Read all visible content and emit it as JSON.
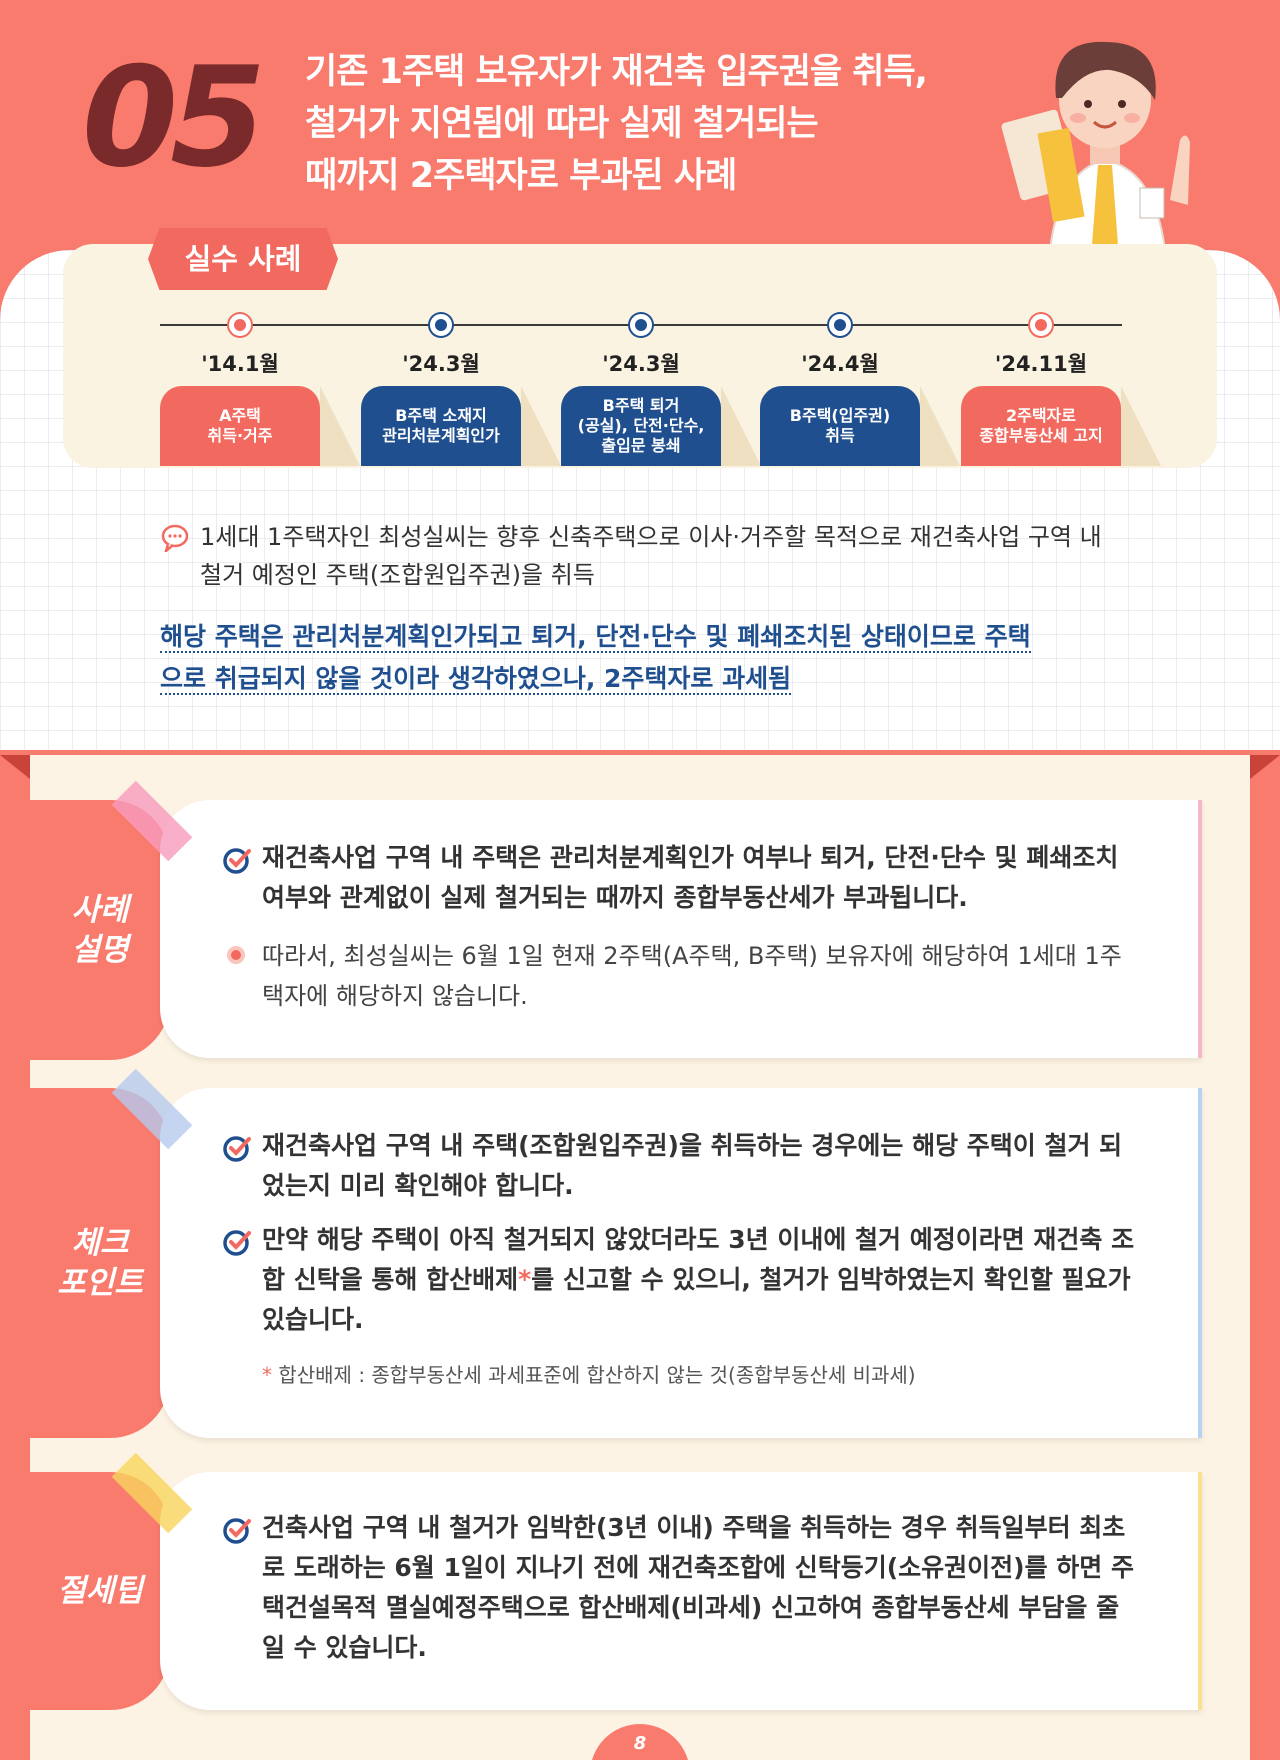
{
  "header": {
    "number": "05",
    "title_lines": [
      "기존 1주택 보유자가 재건축 입주권을 취득,",
      "철거가 지연됨에 따라 실제 철거되는",
      "때까지 2주택자로 부과된 사례"
    ]
  },
  "case": {
    "tag": "실수 사례",
    "timeline": [
      {
        "date": "'14.1월",
        "label": "A주택\n취득·거주",
        "color": "red"
      },
      {
        "date": "'24.3월",
        "label": "B주택 소재지\n관리처분계획인가",
        "color": "blue"
      },
      {
        "date": "'24.3월",
        "label": "B주택 퇴거\n(공실), 단전·단수,\n출입문 봉쇄",
        "color": "blue"
      },
      {
        "date": "'24.4월",
        "label": "B주택(입주권)\n취득",
        "color": "blue"
      },
      {
        "date": "'24.11월",
        "label": "2주택자로\n종합부동산세 고지",
        "color": "red"
      }
    ],
    "description": "1세대 1주택자인 최성실씨는 향후 신축주택으로 이사·거주할 목적으로 재건축사업 구역 내 철거 예정인 주택(조합원입주권)을 취득",
    "highlight_lines": [
      "해당 주택은 관리처분계획인가되고 퇴거, 단전·단수 및 폐쇄조치된 상태이므로 주택",
      "으로 취급되지 않을 것이라 생각하였으나, 2주택자로 과세됨"
    ]
  },
  "sections": {
    "explanation": {
      "label": "사례\n설명",
      "check": "재건축사업 구역 내 주택은 관리처분계획인가 여부나 퇴거, 단전·단수 및 폐쇄조치 여부와 관계없이 실제 철거되는 때까지 종합부동산세가 부과됩니다.",
      "point": "따라서, 최성실씨는 6월 1일 현재 2주택(A주택, B주택) 보유자에 해당하여 1세대 1주택자에 해당하지 않습니다."
    },
    "checkpoint": {
      "label": "체크\n포인트",
      "check1": "재건축사업 구역 내 주택(조합원입주권)을 취득하는 경우에는 해당 주택이 철거 되었는지 미리 확인해야 합니다.",
      "check2_a": "만약 해당 주택이 아직 철거되지 않았더라도 3년 이내에 철거 예정이라면 재건축 조합 신탁을 통해 합산배제",
      "check2_star": "*",
      "check2_b": "를 신고할 수 있으니, 철거가 임박하였는지 확인할 필요가 있습니다.",
      "note_star": "*",
      "note": " 합산배제 : 종합부동산세 과세표준에 합산하지 않는 것(종합부동산세 비과세)"
    },
    "tip": {
      "label": "절세팁",
      "check": "건축사업 구역 내 철거가 임박한(3년 이내) 주택을 취득하는 경우 취득일부터 최초로 도래하는 6월 1일이 지나기 전에 재건축조합에 신탁등기(소유권이전)를 하면 주택건설목적 멸실예정주택으로 합산배제(비과세) 신고하여 종합부동산세 부담을 줄일 수 있습니다."
    }
  },
  "page": "8",
  "colors": {
    "coral": "#f97b6d",
    "red": "#f26a5f",
    "navy": "#1f4f8f",
    "cream": "#fdf3e4",
    "dark_number": "#7a2a2a"
  }
}
